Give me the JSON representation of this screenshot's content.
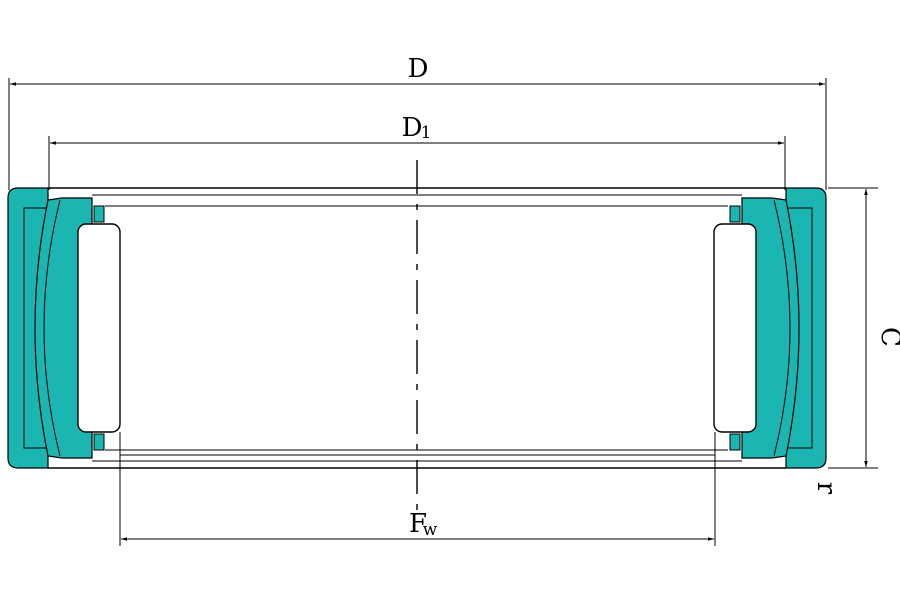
{
  "diagram": {
    "type": "bearing-cross-section",
    "colors": {
      "ring_fill": "#1bb6b2",
      "outline": "#000000",
      "background": "#ffffff"
    },
    "labels": {
      "D": {
        "main": "D",
        "sub": ""
      },
      "D1": {
        "main": "D",
        "sub": "1"
      },
      "Fw": {
        "main": "F",
        "sub": "w"
      },
      "C": {
        "main": "C"
      },
      "r": {
        "main": "r"
      }
    }
  }
}
